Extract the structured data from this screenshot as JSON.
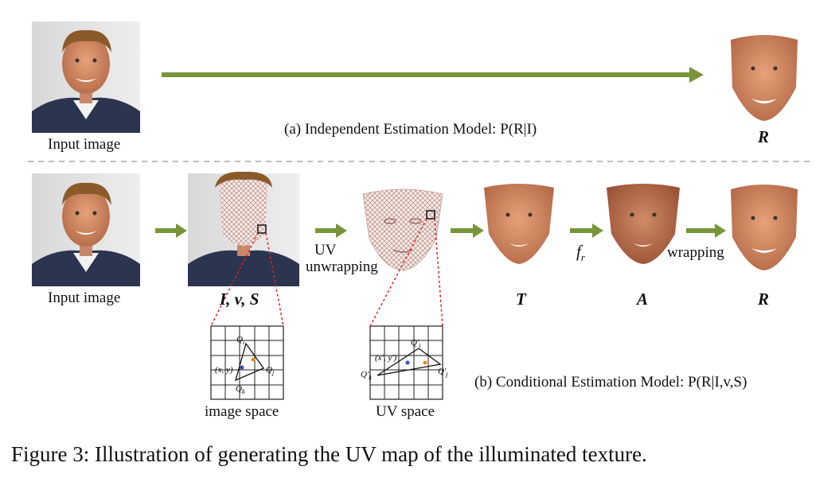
{
  "model_a": {
    "label": "(a) Independent Estimation Model: P(R|I)",
    "input_label": "Input image",
    "output_symbol": "R"
  },
  "model_b": {
    "label": "(b) Conditional Estimation Model: P(R|I,v,S)",
    "input_label": "Input image",
    "overlay_symbol": "I, v, S",
    "uv_step_label_line1": "UV",
    "uv_step_label_line2": "unwrapping",
    "texture_symbol": "T",
    "fr_label": "f",
    "fr_subscript": "r",
    "albedo_symbol": "A",
    "wrapping_label": "wrapping",
    "output_symbol": "R",
    "image_space_label": "image space",
    "uv_space_label": "UV space",
    "image_grid_labels": {
      "qi": "Q",
      "qi_sub": "i",
      "qj": "Q",
      "qj_sub": "j",
      "qk": "Q",
      "qk_sub": "k",
      "xy": "(x, y)"
    },
    "uv_grid_labels": {
      "qi": "Q'",
      "qi_sub": "i",
      "qj": "Q'",
      "qj_sub": "j",
      "qk": "Q'",
      "qk_sub": "k",
      "xy": "(x', y')"
    }
  },
  "caption": "Figure 3: Illustration of generating the UV map of the illuminated texture.",
  "colors": {
    "arrow": "#77953a",
    "dashed_line": "#bdbdbd",
    "red_dotted": "#e02020",
    "grid": "#222222",
    "point_blue": "#3050c0",
    "point_orange": "#f08a10"
  }
}
